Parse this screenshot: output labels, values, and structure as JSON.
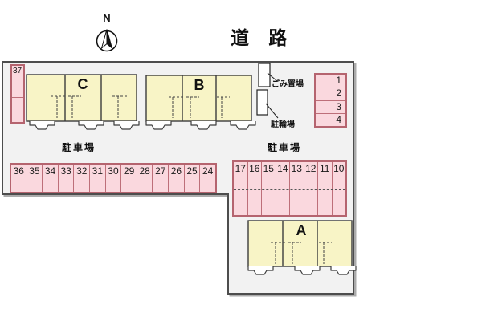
{
  "compass": {
    "label": "N"
  },
  "labels": {
    "road": "道 路",
    "parking_lot": "駐車場",
    "garbage": "ごみ置場",
    "bicycle": "駐輪場"
  },
  "buildings": [
    {
      "label": "C"
    },
    {
      "label": "B"
    },
    {
      "label": "A"
    }
  ],
  "parking": {
    "space_37": "37",
    "row_top": [
      "36",
      "35",
      "34",
      "33",
      "32",
      "31",
      "30",
      "29",
      "28",
      "27",
      "26",
      "25",
      "24"
    ],
    "row_right": [
      "17",
      "16",
      "15",
      "14",
      "13",
      "12",
      "11",
      "10"
    ],
    "col_right": [
      "1",
      "2",
      "3",
      "4"
    ]
  },
  "colors": {
    "site_fill": "#f2f2f2",
    "site_outline": "#4d4d4d",
    "building_fill": "#f8f4c6",
    "building_outline": "#3c3c3c",
    "space_fill": "#fad8de",
    "space_outline": "#b5646f"
  }
}
